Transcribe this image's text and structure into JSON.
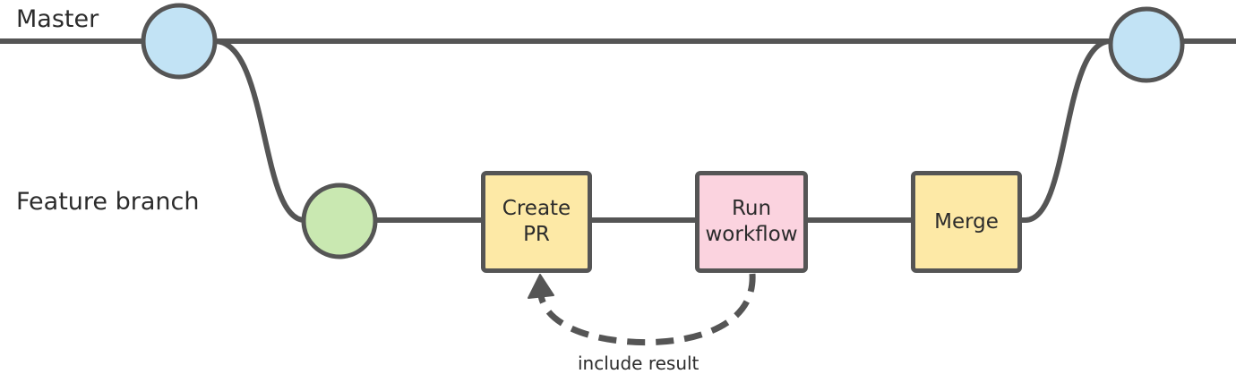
{
  "lanes": {
    "master": "Master",
    "feature": "Feature branch"
  },
  "steps": {
    "create_pr": [
      "Create",
      "PR"
    ],
    "run_workflow": [
      "Run",
      "workflow"
    ],
    "merge": [
      "Merge"
    ]
  },
  "feedback_label": "include result",
  "colors": {
    "line": "#555555",
    "master_commit": "#c2e3f5",
    "feature_commit": "#c9e8b1",
    "create_pr_box": "#fde9a6",
    "run_workflow_box": "#fbd3df",
    "merge_box": "#fde9a6"
  }
}
